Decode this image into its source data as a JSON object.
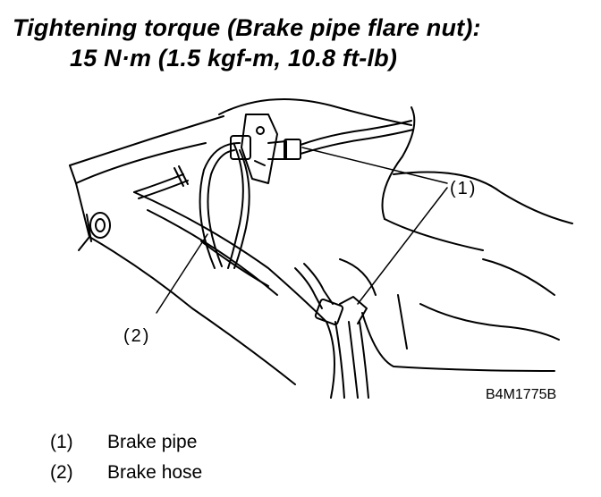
{
  "heading": {
    "line1": "Tightening torque (Brake pipe flare nut):",
    "line2": "15 N·m (1.5 kgf-m, 10.8 ft-lb)"
  },
  "callouts": {
    "c1": "(1)",
    "c2": "(2)"
  },
  "figure_code": "B4M1775B",
  "legend": [
    {
      "num": "(1)",
      "label": "Brake pipe"
    },
    {
      "num": "(2)",
      "label": "Brake hose"
    }
  ]
}
